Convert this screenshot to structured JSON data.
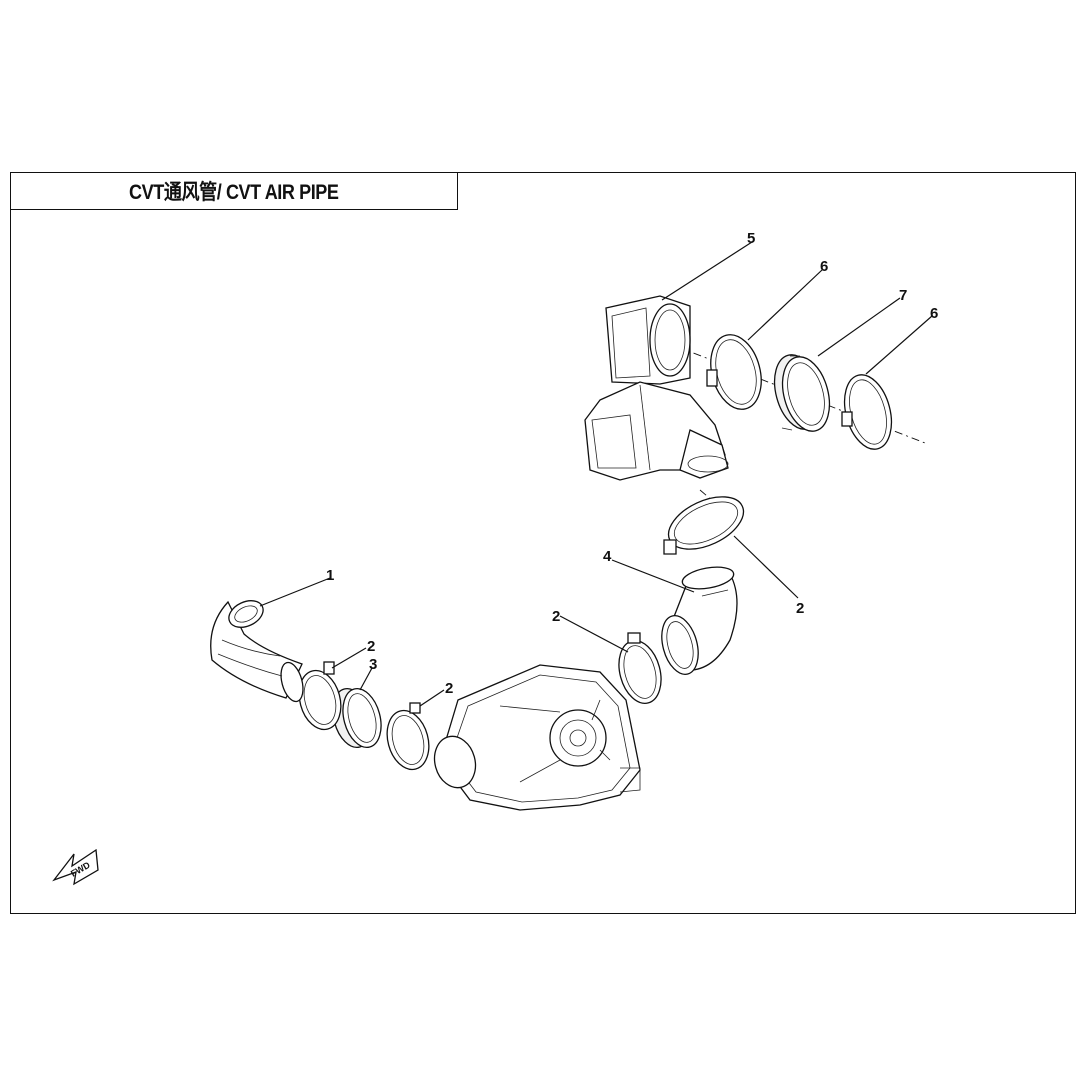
{
  "title": "CVT通风管/ CVT AIR PIPE",
  "direction_badge": "FWD",
  "callouts": [
    {
      "id": "c1",
      "label": "1"
    },
    {
      "id": "c2a",
      "label": "2"
    },
    {
      "id": "c3",
      "label": "3"
    },
    {
      "id": "c2b",
      "label": "2"
    },
    {
      "id": "c2c",
      "label": "2"
    },
    {
      "id": "c4",
      "label": "4"
    },
    {
      "id": "c2d",
      "label": "2"
    },
    {
      "id": "c5",
      "label": "5"
    },
    {
      "id": "c6a",
      "label": "6"
    },
    {
      "id": "c7",
      "label": "7"
    },
    {
      "id": "c6b",
      "label": "6"
    }
  ]
}
